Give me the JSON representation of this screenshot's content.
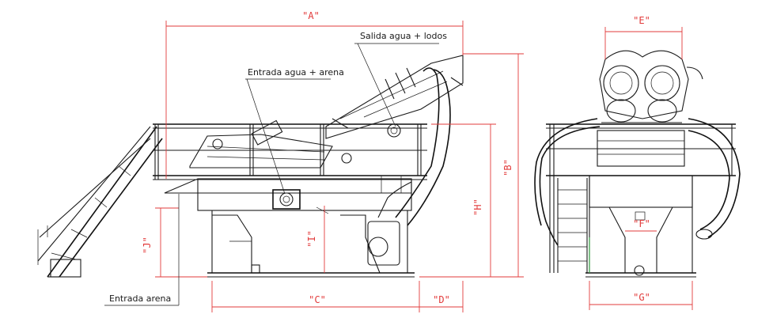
{
  "drawing": {
    "labels": {
      "outlet": "Salida agua + lodos",
      "inlet": "Entrada agua + arena",
      "sand_inlet": "Entrada arena"
    },
    "dimensions": {
      "A": "\"A\"",
      "B": "\"B\"",
      "C": "\"C\"",
      "D": "\"D\"",
      "E": "\"E\"",
      "F": "\"F\"",
      "G": "\"G\"",
      "H": "\"H\"",
      "I": "\"I\"",
      "J": "\"J\""
    }
  },
  "colors": {
    "dimension": "#e23b3b",
    "line": "#1a1a1a",
    "background": "#ffffff"
  }
}
